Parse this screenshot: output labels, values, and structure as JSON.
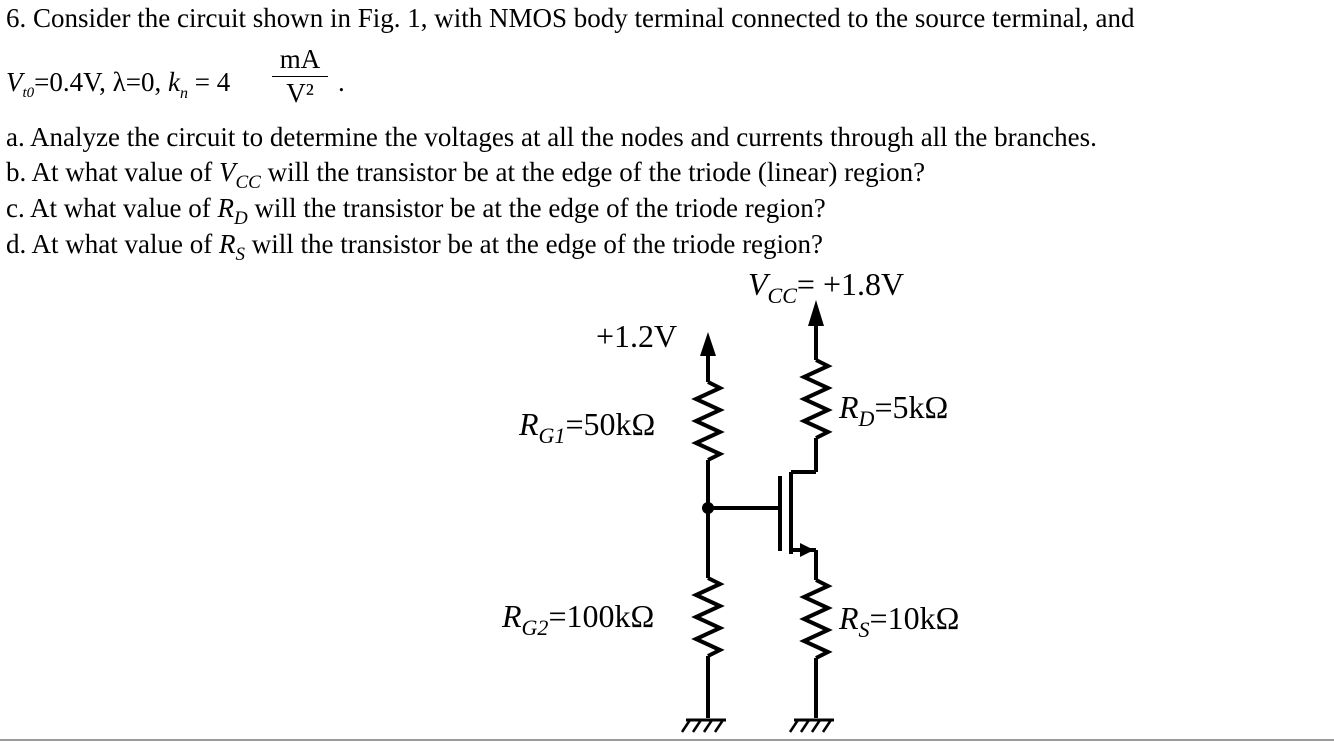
{
  "problem": {
    "line1": "6. Consider the circuit shown in Fig. 1, with NMOS body terminal connected to the source terminal, and",
    "params": {
      "vt_symbol": "V",
      "vt_sub": "t0",
      "vt_value": "=0.4V,",
      "lambda_text": "λ=0,",
      "kn_symbol": "k",
      "kn_sub": "n",
      "kn_eq": "= 4",
      "kn_unit_num": "mA",
      "kn_unit_den": "V²",
      "end": "."
    },
    "part_a": "a. Analyze the circuit to determine the voltages at all the nodes and currents through all the branches.",
    "part_b": {
      "pre": "b. At what value of ",
      "sym": "V",
      "sub": "CC",
      "post": " will the transistor be at the edge of the triode (linear) region?"
    },
    "part_c": {
      "pre": "c. At what value of ",
      "sym": "R",
      "sub": "D",
      "post": " will the transistor be at the edge of the triode region?"
    },
    "part_d": {
      "pre": "d. At what value of ",
      "sym": "R",
      "sub": "S",
      "post": " will the transistor be at the edge of the triode region?"
    }
  },
  "circuit": {
    "vcc": {
      "sym": "V",
      "sub": "CC",
      "value": "= +1.8V"
    },
    "gate_supply": "+1.2V",
    "rg1": {
      "sym": "R",
      "sub": "G1",
      "value": "=50kΩ"
    },
    "rg2": {
      "sym": "R",
      "sub": "G2",
      "value": "=100kΩ"
    },
    "rd": {
      "sym": "R",
      "sub": "D",
      "value": "=5kΩ"
    },
    "rs": {
      "sym": "R",
      "sub": "S",
      "value": "=10kΩ"
    }
  }
}
